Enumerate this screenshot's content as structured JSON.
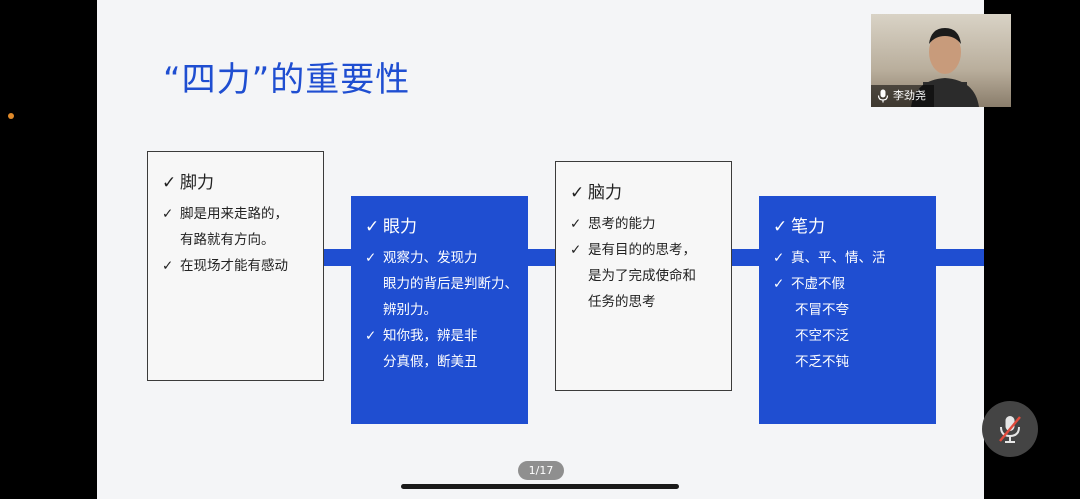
{
  "slide": {
    "title": "“四力”的重要性",
    "cards": [
      {
        "head": "脚力",
        "lines": [
          "脚是用来走路的，",
          "有路就有方向。",
          "在现场才能有感动"
        ]
      },
      {
        "head": "眼力",
        "lines": [
          "观察力、发现力",
          "眼力的背后是判断力、",
          "辨别力。",
          "知你我，辨是非",
          "分真假，断美丑"
        ]
      },
      {
        "head": "脑力",
        "lines": [
          "思考的能力",
          "是有目的的思考，",
          "是为了完成使命和",
          "任务的思考"
        ]
      },
      {
        "head": "笔力",
        "lines": [
          "真、平、情、活",
          "不虚不假",
          "不冒不夸",
          "不空不泛",
          "不乏不钝"
        ]
      }
    ]
  },
  "page_indicator": "1/17",
  "participant": {
    "name": "李劲尧"
  },
  "icons": {
    "check": "checkmark-icon",
    "mic": "mic-icon",
    "mute": "mic-muted-icon"
  },
  "colors": {
    "accent": "#1f4ed1"
  }
}
